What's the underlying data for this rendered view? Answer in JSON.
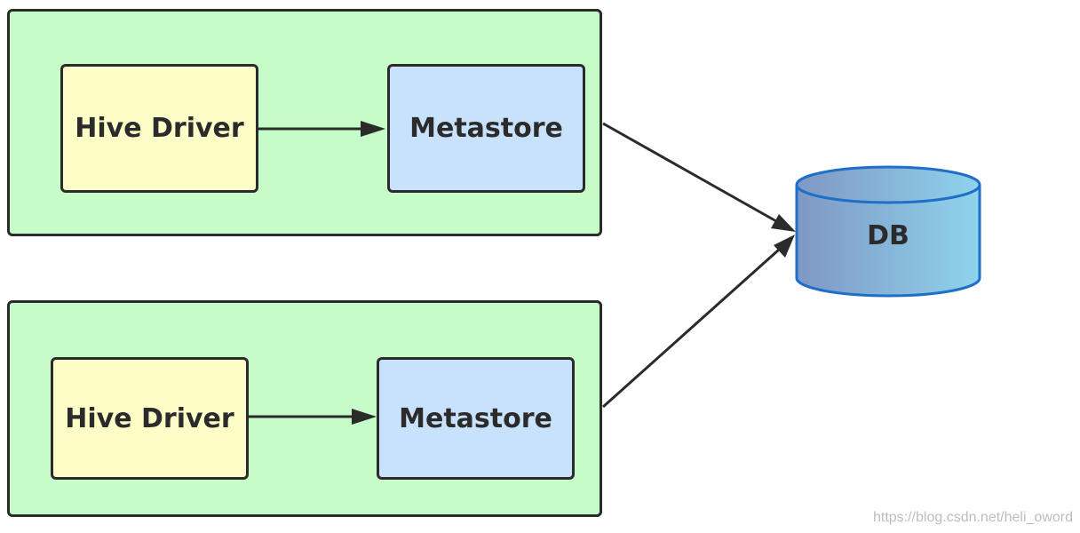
{
  "diagram": {
    "groups": [
      {
        "driver_label": "Hive Driver",
        "metastore_label": "Metastore"
      },
      {
        "driver_label": "Hive Driver",
        "metastore_label": "Metastore"
      }
    ],
    "db_label": "DB",
    "watermark": "https://blog.csdn.net/heli_oword"
  },
  "colors": {
    "group_fill": "#c6fcc8",
    "driver_fill": "#fdfdc8",
    "metastore_fill": "#c8e2fd",
    "db_gradient_start": "#7f97c4",
    "db_gradient_end": "#8fd3ec",
    "db_border": "#1f6fc9",
    "stroke": "#2b2b2b"
  }
}
